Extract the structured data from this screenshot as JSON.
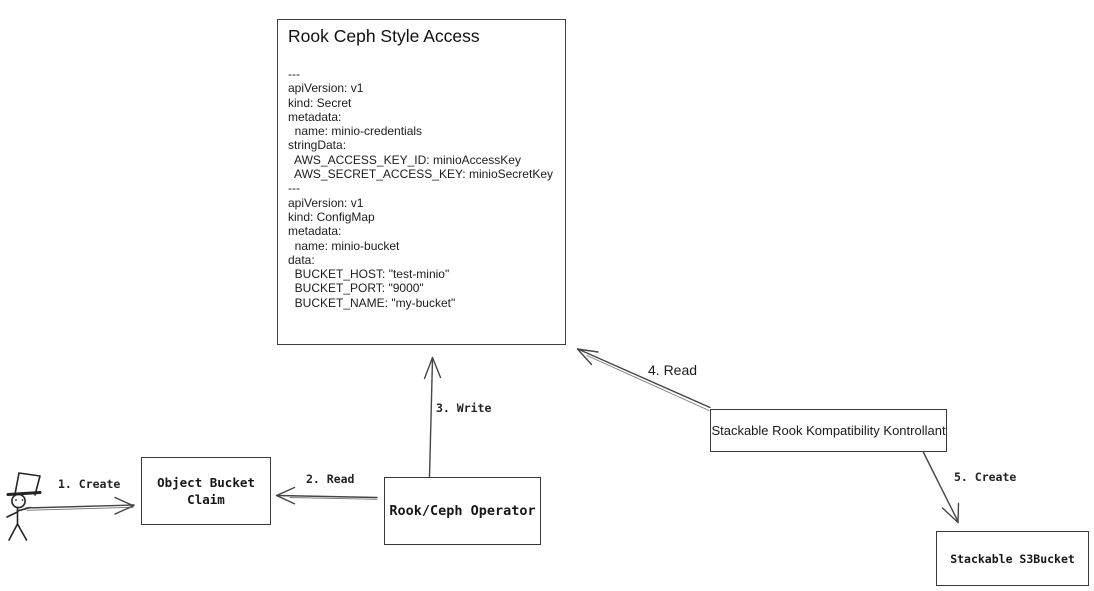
{
  "colors": {
    "background": "#ffffff",
    "line": "#454545",
    "text": "#1a1a1a"
  },
  "icons": {
    "actor": "stick-figure-top-hat-user"
  },
  "big_box": {
    "title": "Rook Ceph Style Access",
    "yaml": "---\napiVersion: v1\nkind: Secret\nmetadata:\n  name: minio-credentials\nstringData:\n  AWS_ACCESS_KEY_ID: minioAccessKey\n  AWS_SECRET_ACCESS_KEY: minioSecretKey\n---\napiVersion: v1\nkind: ConfigMap\nmetadata:\n  name: minio-bucket\ndata:\n  BUCKET_HOST: \"test-minio\"\n  BUCKET_PORT: \"9000\"\n  BUCKET_NAME: \"my-bucket\""
  },
  "boxes": {
    "object_bucket_claim": "Object Bucket\nClaim",
    "rook_ceph_operator": "Rook/Ceph Operator",
    "stackable_controller": "Stackable Rook Kompatibility Kontrollant",
    "stackable_s3bucket": "Stackable S3Bucket"
  },
  "labels": {
    "create1": "1. Create",
    "read2": "2. Read",
    "write3": "3. Write",
    "read4": "4. Read",
    "create5": "5. Create"
  }
}
